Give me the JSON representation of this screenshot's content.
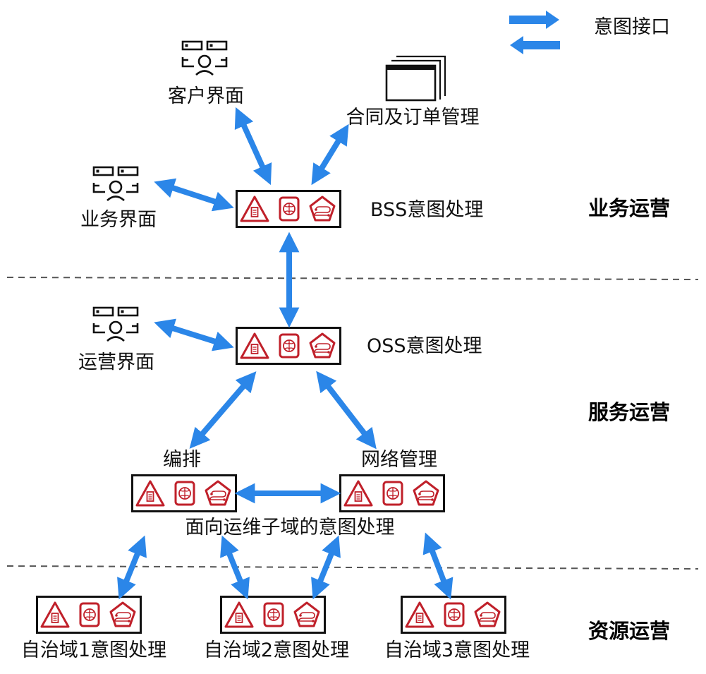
{
  "legend": {
    "label": "意图接口",
    "arrow_color": "#2b86e8"
  },
  "layers": {
    "business": "业务运营",
    "service": "服务运营",
    "resource": "资源运营"
  },
  "nodes": {
    "bss": "BSS意图处理",
    "oss": "OSS意图处理",
    "orchestration": "编排",
    "network_mgmt": "网络管理",
    "subdomain_caption": "面向运维子域的意图处理",
    "domain1": "自治域1意图处理",
    "domain2": "自治域2意图处理",
    "domain3": "自治域3意图处理"
  },
  "interfaces": {
    "customer": "客户界面",
    "contract_order": "合同及订单管理",
    "business_ui": "业务界面",
    "operations_ui": "运营界面"
  },
  "colors": {
    "module_red": "#c0202a",
    "arrow_blue": "#2b86e8",
    "box_border": "#111111",
    "divider": "#555555"
  },
  "icons": [
    "alert-triangle-document-icon",
    "brain-chip-icon",
    "pentagon-flow-icon"
  ]
}
